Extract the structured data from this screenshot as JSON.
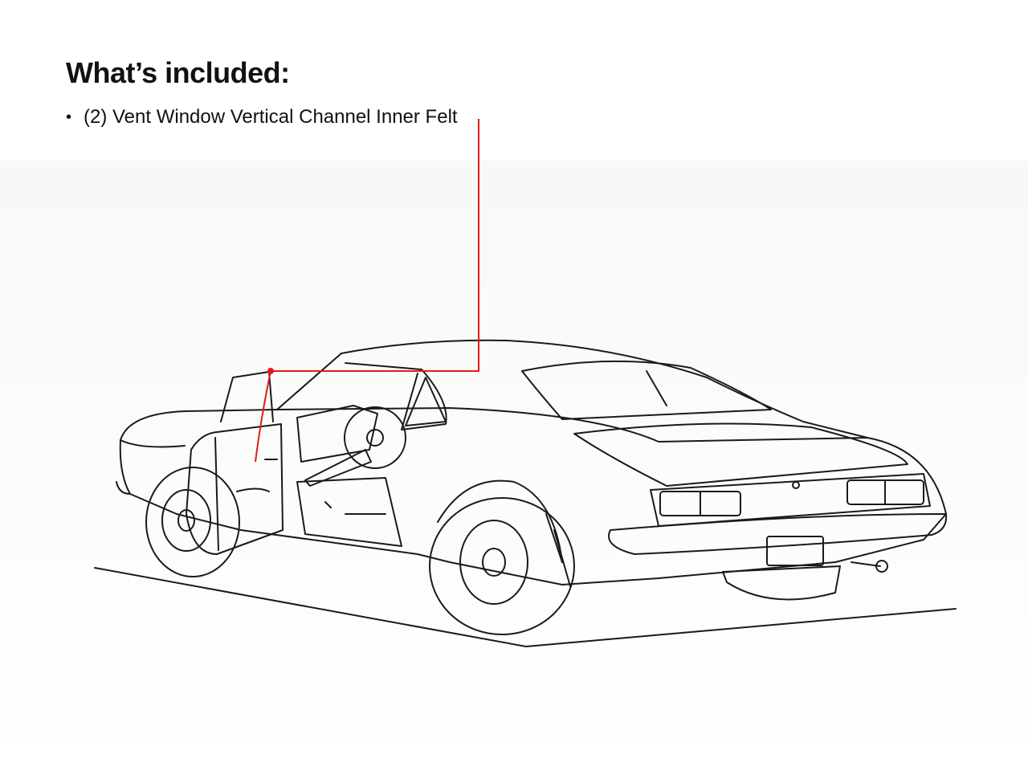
{
  "heading": "What’s included:",
  "items": [
    {
      "bullet": "•",
      "text": "(2) Vent Window Vertical Channel Inner Felt"
    }
  ],
  "colors": {
    "callout": "#e01b1b",
    "line_art": "#1a1a1a",
    "text": "#111111"
  },
  "illustration": {
    "subject": "car-line-drawing",
    "callout_marker": "red-dot"
  }
}
